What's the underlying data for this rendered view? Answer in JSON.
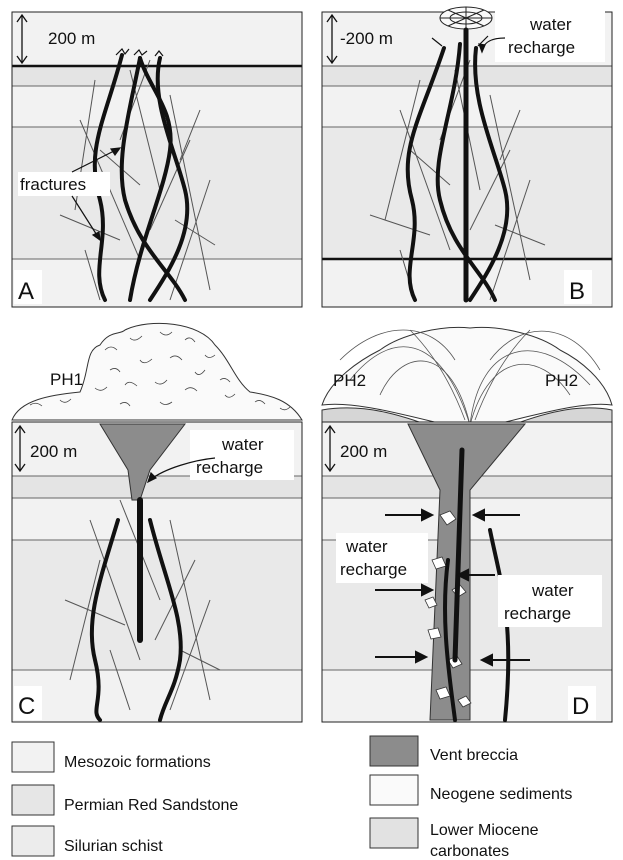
{
  "panels": {
    "a": {
      "letter": "A",
      "scale": "200 m",
      "fractures": "fractures"
    },
    "b": {
      "letter": "B",
      "scale": "-200 m",
      "recharge_line1": "water",
      "recharge_line2": "recharge"
    },
    "c": {
      "letter": "C",
      "scale": "200 m",
      "pipe": "PH1",
      "recharge_line1": "water",
      "recharge_line2": "recharge"
    },
    "d": {
      "letter": "D",
      "scale": "200 m",
      "pipe_left": "PH2",
      "pipe_right": "PH2",
      "recharge_left_line1": "water",
      "recharge_left_line2": "recharge",
      "recharge_right_line1": "water",
      "recharge_right_line2": "recharge"
    }
  },
  "legend": {
    "items": [
      {
        "label": "Mesozoic  formations",
        "color": "#f2f2f2"
      },
      {
        "label": "Permian Red Sandstone",
        "color": "#e6e6e6"
      },
      {
        "label": "Silurian  schist",
        "color": "#ececec"
      },
      {
        "label": "Vent breccia",
        "color": "#8c8c8c"
      },
      {
        "label": "Neogene sediments",
        "color": "#fafafa"
      },
      {
        "label": "Lower Miocene",
        "label2": "carbonates",
        "color": "#e2e2e2"
      }
    ]
  },
  "colors": {
    "stroke": "#1a1a1a",
    "mesozoic": "#f2f2f2",
    "permian": "#e6e6e6",
    "silurian": "#ececec",
    "breccia": "#8c8c8c"
  }
}
